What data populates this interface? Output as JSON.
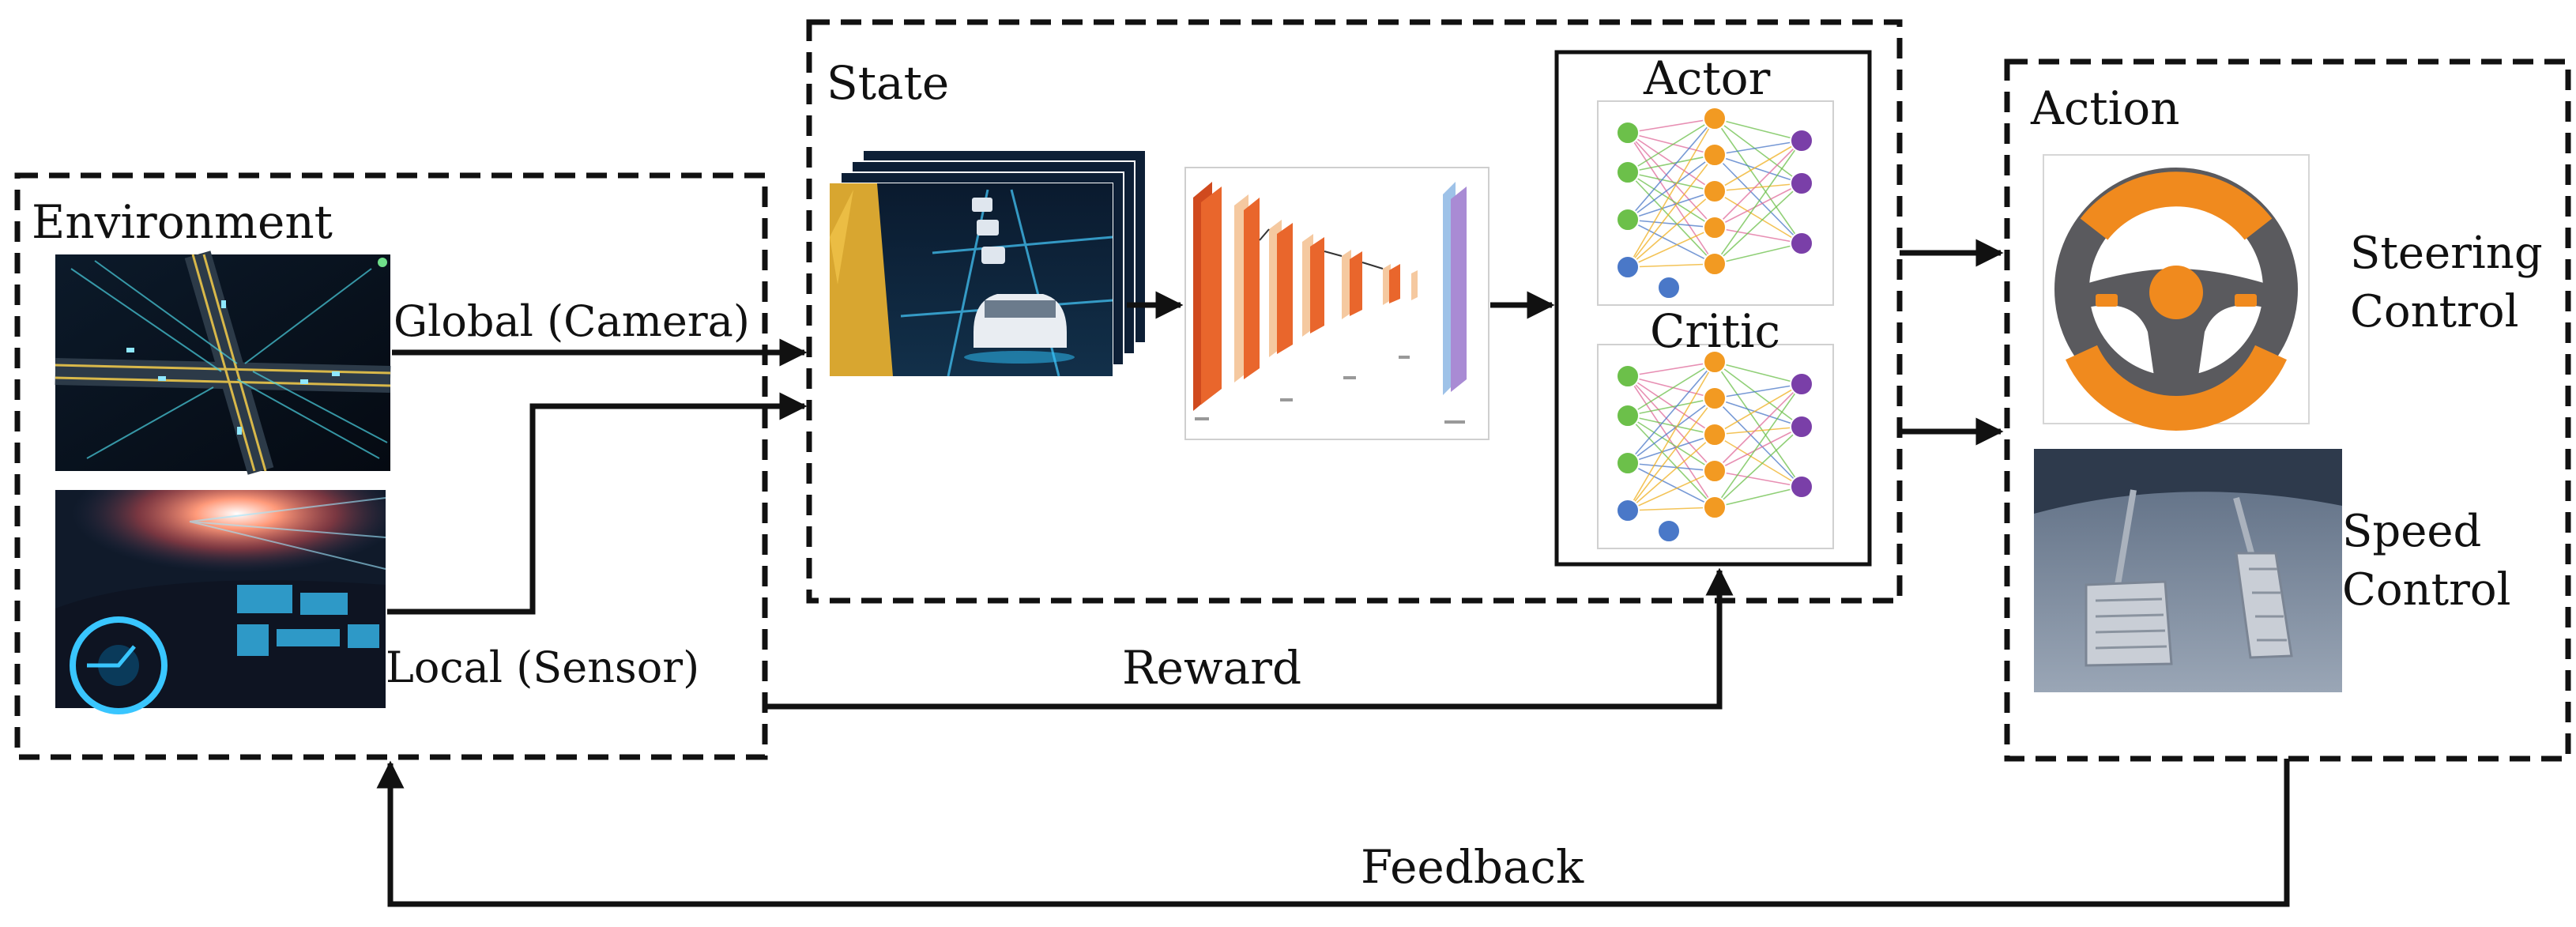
{
  "sections": {
    "environment": "Environment",
    "state": "State",
    "action": "Action"
  },
  "inputs": {
    "global": "Global (Camera)",
    "local": "Local (Sensor)"
  },
  "networks": {
    "actor": "Actor",
    "critic": "Critic"
  },
  "actions": {
    "steering_line1": "Steering",
    "steering_line2": "Control",
    "speed_line1": "Speed",
    "speed_line2": "Control"
  },
  "signals": {
    "reward": "Reward",
    "feedback": "Feedback"
  },
  "icons": {
    "intersection": "city-intersection-image",
    "cockpit": "car-cockpit-hud-image",
    "frames": "driving-camera-frames-image",
    "cnn": "cnn-architecture-image",
    "network": "neural-network-icon",
    "steering": "steering-wheel-icon",
    "pedals": "car-pedals-image"
  },
  "colors": {
    "ink": "#111111",
    "steering_orange": "#F08A1E",
    "steering_gray": "#5A5A5E",
    "node_green": "#6CC04A",
    "node_blue": "#4A78C8",
    "node_orange": "#F29A22",
    "node_purple": "#7A3FA8",
    "cnn_orange": "#E9662C",
    "cnn_peach": "#F5C9A0",
    "cnn_purple": "#A98BD4"
  }
}
